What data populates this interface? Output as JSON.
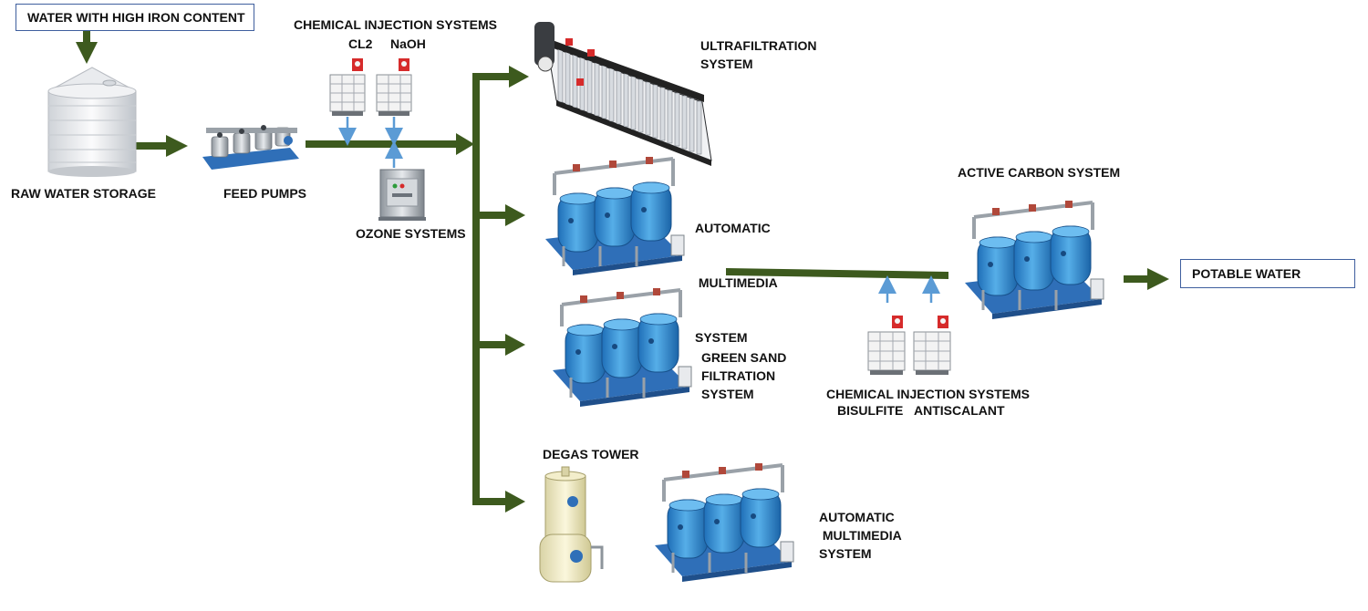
{
  "input": {
    "source": "WATER WITH HIGH IRON CONTENT"
  },
  "output": {
    "target": "POTABLE WATER"
  },
  "stages": {
    "raw_water_storage": "RAW WATER STORAGE",
    "feed_pumps": "FEED PUMPS",
    "chem_injection_1": {
      "title": "CHEMICAL INJECTION SYSTEMS",
      "chem_a": "CL2",
      "chem_b": "NaOH"
    },
    "ozone": "OZONE SYSTEMS",
    "ultrafiltration": [
      "ULTRAFILTRATION",
      "SYSTEM"
    ],
    "multimedia_1": [
      "AUTOMATIC",
      " MULTIMEDIA",
      "SYSTEM"
    ],
    "green_sand": [
      "GREEN SAND",
      "FILTRATION",
      "SYSTEM"
    ],
    "degas_tower": "DEGAS TOWER",
    "multimedia_2": [
      "AUTOMATIC",
      " MULTIMEDIA",
      "SYSTEM"
    ],
    "active_carbon": "ACTIVE CARBON SYSTEM",
    "chem_injection_2": {
      "title": "CHEMICAL INJECTION SYSTEMS",
      "chem_a": "BISULFITE",
      "chem_b": "ANTISCALANT"
    }
  },
  "colors": {
    "flow_arrow": "#3d5a1e",
    "chemical_arrow": "#5b9bd5",
    "vessel_blue": "#3a8fd4",
    "frame_blue": "#2f6fb8",
    "box_border": "#3f5f9e"
  }
}
